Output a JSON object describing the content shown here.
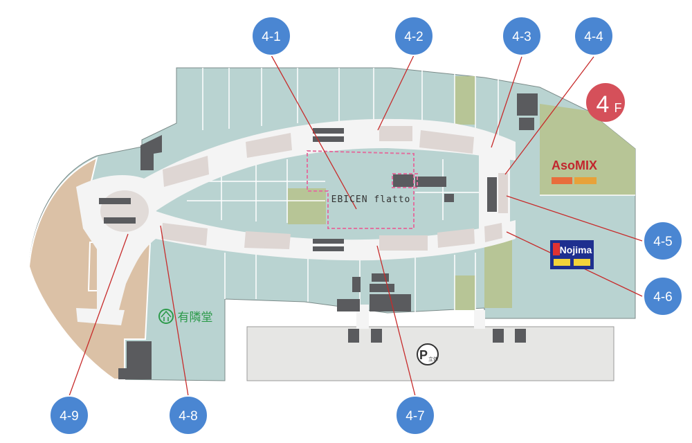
{
  "map": {
    "floor_badge": {
      "number": "4",
      "suffix": "F"
    },
    "center_label": "EBICEN flatto",
    "stores": {
      "asomix": {
        "name": "AsoMIX",
        "tagline": ""
      },
      "nojima": {
        "name": "Nojima",
        "sub_left": "",
        "sub_right": ""
      },
      "yurindo": {
        "name": "有隣堂"
      }
    },
    "parking": {
      "letter": "P",
      "label": "立体"
    },
    "pins": [
      {
        "id": "4-1",
        "label": "4-1"
      },
      {
        "id": "4-2",
        "label": "4-2"
      },
      {
        "id": "4-3",
        "label": "4-3"
      },
      {
        "id": "4-4",
        "label": "4-4"
      },
      {
        "id": "4-5",
        "label": "4-5"
      },
      {
        "id": "4-6",
        "label": "4-6"
      },
      {
        "id": "4-7",
        "label": "4-7"
      },
      {
        "id": "4-8",
        "label": "4-8"
      },
      {
        "id": "4-9",
        "label": "4-9"
      }
    ],
    "colors": {
      "store": "#b9d3d1",
      "corridor": "#f4f4f4",
      "kiosk": "#ded6d3",
      "service": "#5a5b5e",
      "olive": "#b7c596",
      "tan": "#dbc1a6",
      "parking": "#e6e6e4",
      "pin": "#4a86d2",
      "badge": "#d5505a",
      "leader": "#c72b2b",
      "flatto_outline": "#e0719f"
    }
  }
}
